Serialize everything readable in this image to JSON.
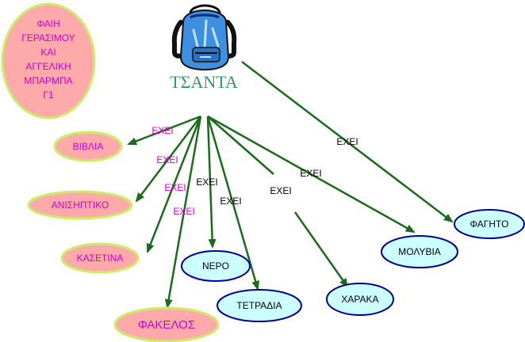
{
  "author_card": {
    "lines": [
      "ΦΑΙΗ",
      "ΓΕΡΑΣΙΜΟΥ",
      "ΚΑΙ",
      "ΑΓΓΕΛΙΚΗ",
      "ΜΠΑΡΜΠΑ",
      "Γ1"
    ],
    "text_color": "#cc00cc",
    "fill": "#ffaaaa",
    "stroke": "#ccee66"
  },
  "central": {
    "label": "ΤΣΑΝΤΑ",
    "icon": "backpack-icon",
    "color": "#339966"
  },
  "edge_color": "#1a6b1a",
  "pink_group": {
    "fill": "#ffaaaa",
    "stroke": "#ccee66",
    "edge_label_color": "#cc00cc",
    "items": [
      {
        "label": "ΒΙΒΛΙΑ",
        "edge_label": "ΕΧΕΙ"
      },
      {
        "label": "ΑΝΙΣΗΠΤΙΚΟ",
        "edge_label": "ΕΧΕΙ"
      },
      {
        "label": "ΚΑΣΕΤΙΝΑ",
        "edge_label": "ΕΧΕΙ"
      },
      {
        "label": "ΦΑΚΕΛΟΣ",
        "edge_label": "ΕΧΕΙ"
      }
    ]
  },
  "blue_group": {
    "fill": "#ccffff",
    "stroke": "#000099",
    "edge_label_color": "#000000",
    "items": [
      {
        "label": "ΝΕΡΟ",
        "edge_label": "ΕΧΕΙ"
      },
      {
        "label": "ΤΕΤΡΑΔΙΑ",
        "edge_label": "ΕΧΕΙ"
      },
      {
        "label": "ΧΑΡΑΚΑ",
        "edge_label": "ΕΧΕΙ"
      },
      {
        "label": "ΜΟΛΥΒΙΑ",
        "edge_label": "ΕΧΕΙ"
      },
      {
        "label": "ΦΑΓΗΤΟ",
        "edge_label": "ΕΧΕΙ"
      }
    ]
  }
}
